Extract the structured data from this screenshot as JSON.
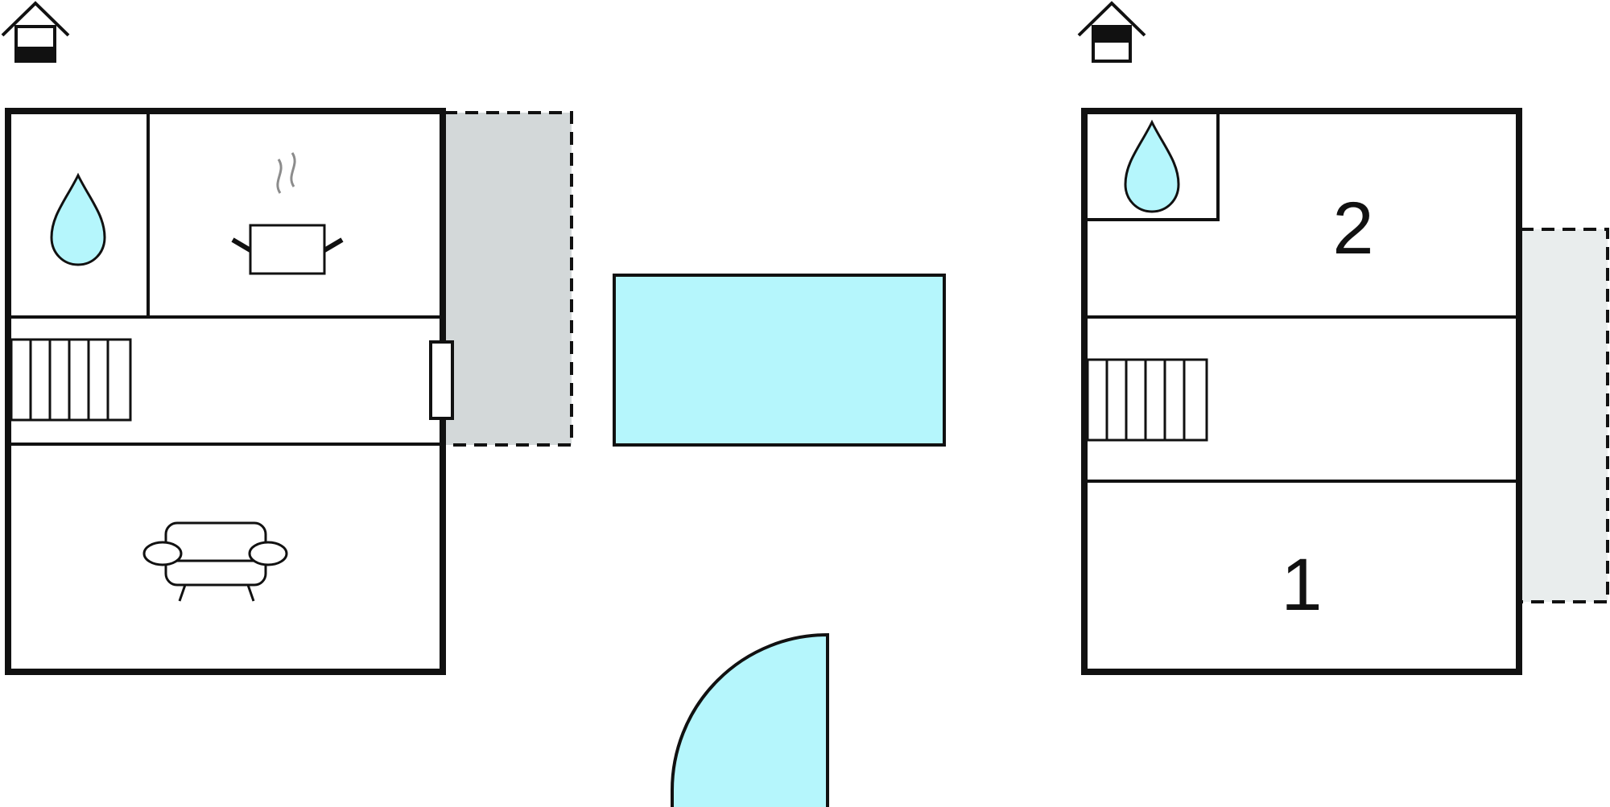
{
  "floors": [
    {
      "name": "ground-floor",
      "icon": "house-ground-floor-icon",
      "rooms": [
        "bathroom",
        "kitchen",
        "hall-stairs",
        "living-room"
      ]
    },
    {
      "name": "upper-floor",
      "icon": "house-upper-floor-icon",
      "rooms": [
        "bathroom",
        "bedroom-2",
        "hall-stairs",
        "bedroom-1"
      ]
    }
  ],
  "room_labels": {
    "bedroom_2": "2",
    "bedroom_1": "1"
  },
  "colors": {
    "water": "#b5f6fc",
    "terrace_ground": "#d3d8d9",
    "terrace_upper": "#e9eded",
    "wall": "#111111",
    "steam": "#8c8c8c"
  },
  "icons": [
    "water-drop-icon",
    "cooking-pot-icon",
    "sofa-icon",
    "stairs-icon",
    "door-icon",
    "pool",
    "door-swing"
  ]
}
